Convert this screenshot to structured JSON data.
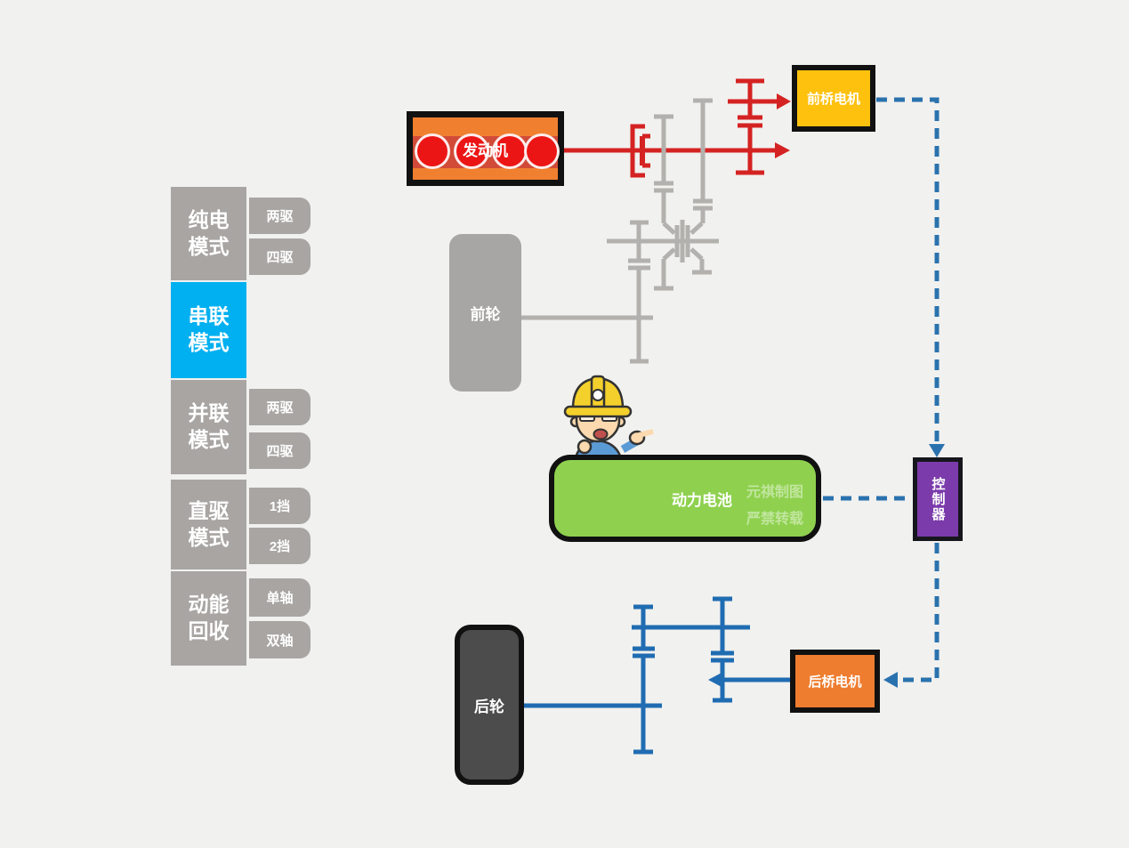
{
  "sidebar": {
    "selected_color": "#00b0f0",
    "default_color": "#a8a5a3",
    "modes": [
      {
        "line1": "纯电",
        "line2": "模式",
        "sub1": "两驱",
        "sub2": "四驱",
        "selected": false
      },
      {
        "line1": "串联",
        "line2": "模式",
        "selected": true
      },
      {
        "line1": "并联",
        "line2": "模式",
        "sub1": "两驱",
        "sub2": "四驱",
        "selected": false
      },
      {
        "line1": "直驱",
        "line2": "模式",
        "sub1": "1挡",
        "sub2": "2挡",
        "selected": false
      },
      {
        "line1": "动能",
        "line2": "回收",
        "sub1": "单轴",
        "sub2": "双轴",
        "selected": false
      }
    ]
  },
  "nodes": {
    "engine": {
      "label": "发动机",
      "fill": "#f0802f",
      "band_fill": "#d14b38",
      "cylinder_fill": "#ec1515"
    },
    "front_motor": {
      "label": "前桥电机",
      "fill": "#fec10d"
    },
    "front_wheel": {
      "label": "前轮",
      "fill": "#a8a6a4"
    },
    "battery": {
      "label": "动力电池",
      "fill": "#8fd14f",
      "watermark1": "元祺制图",
      "watermark2": "严禁转载"
    },
    "controller": {
      "label": "控制器",
      "fill": "#7b3bab"
    },
    "rear_motor": {
      "label": "后桥电机",
      "fill": "#ee7d2f"
    },
    "rear_wheel": {
      "label": "后轮",
      "fill": "#4c4c4c"
    }
  },
  "line_colors": {
    "mechanical_red": "#d42322",
    "mechanical_gray": "#b3b1ae",
    "mechanical_blue": "#1f6cb2",
    "electrical_dashed_blue": "#2a72ae"
  },
  "background": "#f1f1ef"
}
